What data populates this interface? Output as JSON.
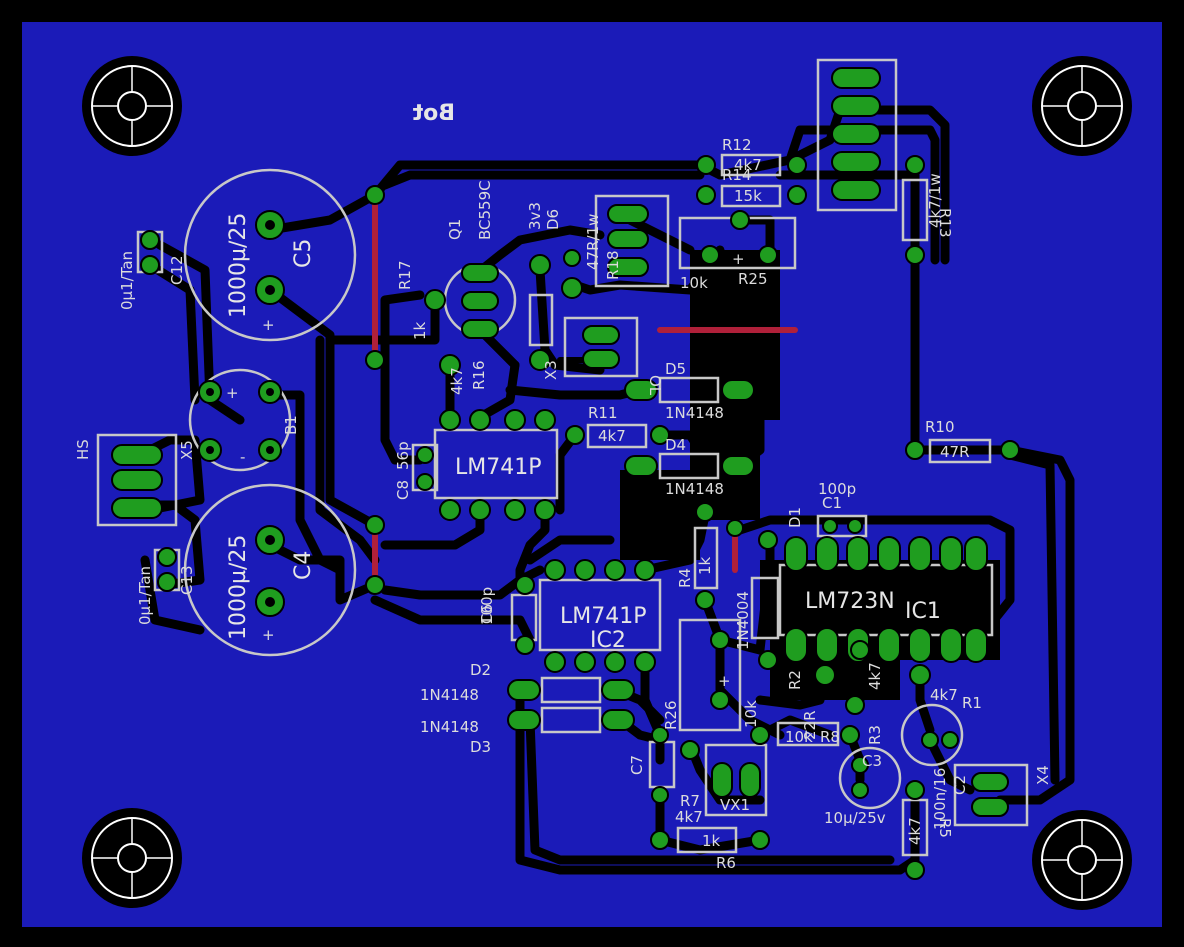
{
  "board": {
    "layer_label": "Bot",
    "colors": {
      "background": "#000000",
      "copper_fill": "#1b1bb8",
      "trace": "#000000",
      "pad": "#1f9d1f",
      "silkscreen": "#d8d8d8",
      "jumper": "#b0203a"
    }
  },
  "labels": {
    "c5_value": "1000µ/25",
    "c5_name": "C5",
    "c4_value": "1000µ/25",
    "c4_name": "C4",
    "c12_value": "0µ1/Tan",
    "c12_name": "C12",
    "c13_value": "0µ1/Tan",
    "c13_name": "C13",
    "b1_name": "B1",
    "x5_name": "X5",
    "hs_name": "HS",
    "r17_name": "R17",
    "q1_name": "Q1",
    "q1_value": "BC559C",
    "d6_value": "3v3",
    "d6_name": "D6",
    "r16_value": "1k",
    "r16_name": "R16",
    "r16_value2": "4k7",
    "x3_name": "X3",
    "r18_value": "47R/1w",
    "r18_name": "R18",
    "r25_value": "10k",
    "r25_name": "R25",
    "r12_name": "R12",
    "r12_value": "4k7",
    "r14_name": "R14",
    "r14_value": "15k",
    "r13_name": "R13",
    "r13_value": "4k7/1w",
    "c8_value": "56p",
    "c8_name": "C8",
    "ic_top_type": "LM741P",
    "r11_name": "R11",
    "r11_value": "4k7",
    "d5_name": "D5",
    "d5_value": "1N4148",
    "d4_name": "D4",
    "d4_value": "1N4148",
    "ol_name": "OL",
    "r10_name": "R10",
    "r10_value": "47R",
    "c1_value": "100p",
    "c1_name": "C1",
    "d1_name": "D1",
    "d1_value": "1N4004",
    "ic1_type": "LM723N",
    "ic1_name": "IC1",
    "c6_value": "100p",
    "c6_name": "C6",
    "ic2_type": "LM741P",
    "ic2_name": "IC2",
    "r4_name": "R4",
    "r4_value": "1k",
    "d2_name": "D2",
    "d2_value": "1N4148",
    "d3_value": "1N4148",
    "d3_name": "D3",
    "r26_name": "R26",
    "r26_value": "10k",
    "r2_name": "R2",
    "r2_value": "22R",
    "r3_name": "R3",
    "r3_value": "4k7",
    "r1_value": "4k7",
    "r1_name": "R1",
    "r8_value": "10k",
    "r8_name": "R8",
    "c7_name": "C7",
    "c3_name": "C3",
    "c3_value": "10µ/25v",
    "c2_value": "100n/16",
    "c2_name": "C2",
    "x4_name": "X4",
    "r7_name": "R7",
    "r7_value": "4k7",
    "vx1_name": "VX1",
    "r6_value": "1k",
    "r6_name": "R6",
    "r5_name": "R5",
    "r5_value": "4k7",
    "plus": "+",
    "minus": "-"
  }
}
